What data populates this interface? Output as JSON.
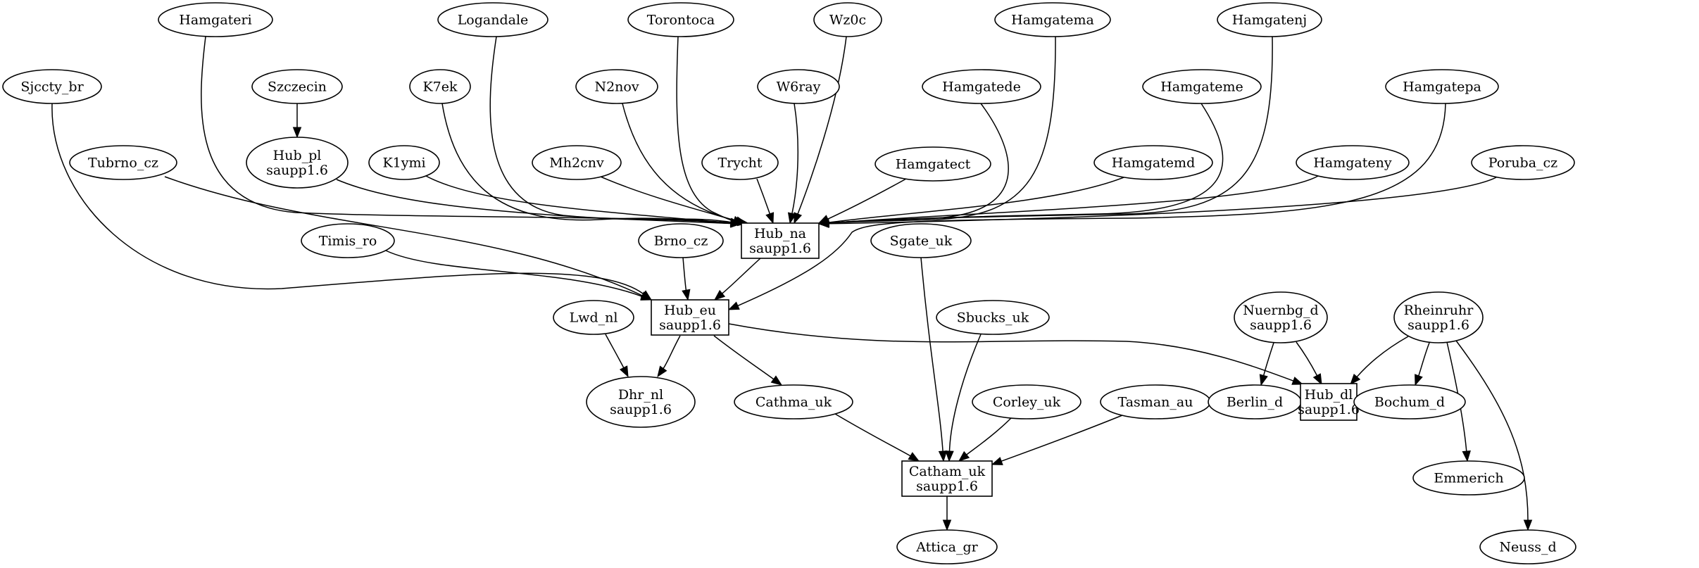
{
  "graph": {
    "type": "directed-graph",
    "colors": {
      "stroke": "#000000",
      "fill": "#ffffff",
      "text": "#000000"
    },
    "nodes": [
      {
        "id": "Hamgateri",
        "lines": [
          "Hamgateri"
        ],
        "shape": "ellipse"
      },
      {
        "id": "Logandale",
        "lines": [
          "Logandale"
        ],
        "shape": "ellipse"
      },
      {
        "id": "Torontoca",
        "lines": [
          "Torontoca"
        ],
        "shape": "ellipse"
      },
      {
        "id": "Wz0c",
        "lines": [
          "Wz0c"
        ],
        "shape": "ellipse"
      },
      {
        "id": "Hamgatema",
        "lines": [
          "Hamgatema"
        ],
        "shape": "ellipse"
      },
      {
        "id": "Hamgatenj",
        "lines": [
          "Hamgatenj"
        ],
        "shape": "ellipse"
      },
      {
        "id": "Sjccty_br",
        "lines": [
          "Sjccty_br"
        ],
        "shape": "ellipse"
      },
      {
        "id": "Szczecin",
        "lines": [
          "Szczecin"
        ],
        "shape": "ellipse"
      },
      {
        "id": "K7ek",
        "lines": [
          "K7ek"
        ],
        "shape": "ellipse"
      },
      {
        "id": "N2nov",
        "lines": [
          "N2nov"
        ],
        "shape": "ellipse"
      },
      {
        "id": "W6ray",
        "lines": [
          "W6ray"
        ],
        "shape": "ellipse"
      },
      {
        "id": "Hamgatede",
        "lines": [
          "Hamgatede"
        ],
        "shape": "ellipse"
      },
      {
        "id": "Hamgateme",
        "lines": [
          "Hamgateme"
        ],
        "shape": "ellipse"
      },
      {
        "id": "Hamgatepa",
        "lines": [
          "Hamgatepa"
        ],
        "shape": "ellipse"
      },
      {
        "id": "Tubrno_cz",
        "lines": [
          "Tubrno_cz"
        ],
        "shape": "ellipse"
      },
      {
        "id": "Hub_pl",
        "lines": [
          "Hub_pl",
          "saupp1.6"
        ],
        "shape": "ellipse"
      },
      {
        "id": "K1ymi",
        "lines": [
          "K1ymi"
        ],
        "shape": "ellipse"
      },
      {
        "id": "Mh2cnv",
        "lines": [
          "Mh2cnv"
        ],
        "shape": "ellipse"
      },
      {
        "id": "Trycht",
        "lines": [
          "Trycht"
        ],
        "shape": "ellipse"
      },
      {
        "id": "Hamgatect",
        "lines": [
          "Hamgatect"
        ],
        "shape": "ellipse"
      },
      {
        "id": "Hamgatemd",
        "lines": [
          "Hamgatemd"
        ],
        "shape": "ellipse"
      },
      {
        "id": "Hamgateny",
        "lines": [
          "Hamgateny"
        ],
        "shape": "ellipse"
      },
      {
        "id": "Poruba_cz",
        "lines": [
          "Poruba_cz"
        ],
        "shape": "ellipse"
      },
      {
        "id": "Hub_na",
        "lines": [
          "Hub_na",
          "saupp1.6"
        ],
        "shape": "box"
      },
      {
        "id": "Timis_ro",
        "lines": [
          "Timis_ro"
        ],
        "shape": "ellipse"
      },
      {
        "id": "Brno_cz",
        "lines": [
          "Brno_cz"
        ],
        "shape": "ellipse"
      },
      {
        "id": "Sgate_uk",
        "lines": [
          "Sgate_uk"
        ],
        "shape": "ellipse"
      },
      {
        "id": "Hub_eu",
        "lines": [
          "Hub_eu",
          "saupp1.6"
        ],
        "shape": "box"
      },
      {
        "id": "Lwd_nl",
        "lines": [
          "Lwd_nl"
        ],
        "shape": "ellipse"
      },
      {
        "id": "Sbucks_uk",
        "lines": [
          "Sbucks_uk"
        ],
        "shape": "ellipse"
      },
      {
        "id": "Nuernbg_d",
        "lines": [
          "Nuernbg_d",
          "saupp1.6"
        ],
        "shape": "ellipse"
      },
      {
        "id": "Rheinruhr",
        "lines": [
          "Rheinruhr",
          "saupp1.6"
        ],
        "shape": "ellipse"
      },
      {
        "id": "Dhr_nl",
        "lines": [
          "Dhr_nl",
          "saupp1.6"
        ],
        "shape": "ellipse"
      },
      {
        "id": "Cathma_uk",
        "lines": [
          "Cathma_uk"
        ],
        "shape": "ellipse"
      },
      {
        "id": "Corley_uk",
        "lines": [
          "Corley_uk"
        ],
        "shape": "ellipse"
      },
      {
        "id": "Tasman_au",
        "lines": [
          "Tasman_au"
        ],
        "shape": "ellipse"
      },
      {
        "id": "Berlin_d",
        "lines": [
          "Berlin_d"
        ],
        "shape": "ellipse"
      },
      {
        "id": "Hub_dl",
        "lines": [
          "Hub_dl",
          "saupp1.6"
        ],
        "shape": "box"
      },
      {
        "id": "Bochum_d",
        "lines": [
          "Bochum_d"
        ],
        "shape": "ellipse"
      },
      {
        "id": "Catham_uk",
        "lines": [
          "Catham_uk",
          "saupp1.6"
        ],
        "shape": "box"
      },
      {
        "id": "Emmerich",
        "lines": [
          "Emmerich"
        ],
        "shape": "ellipse"
      },
      {
        "id": "Attica_gr",
        "lines": [
          "Attica_gr"
        ],
        "shape": "ellipse"
      },
      {
        "id": "Neuss_d",
        "lines": [
          "Neuss_d"
        ],
        "shape": "ellipse"
      }
    ],
    "edges": [
      {
        "from": "Hamgateri",
        "to": "Hub_na"
      },
      {
        "from": "Logandale",
        "to": "Hub_na"
      },
      {
        "from": "Torontoca",
        "to": "Hub_na"
      },
      {
        "from": "Wz0c",
        "to": "Hub_na"
      },
      {
        "from": "Hamgatema",
        "to": "Hub_na"
      },
      {
        "from": "Hamgatenj",
        "to": "Hub_na"
      },
      {
        "from": "K7ek",
        "to": "Hub_na"
      },
      {
        "from": "N2nov",
        "to": "Hub_na"
      },
      {
        "from": "W6ray",
        "to": "Hub_na"
      },
      {
        "from": "Hamgatede",
        "to": "Hub_na"
      },
      {
        "from": "Hamgateme",
        "to": "Hub_na"
      },
      {
        "from": "Hub_pl",
        "to": "Hub_na"
      },
      {
        "from": "K1ymi",
        "to": "Hub_na"
      },
      {
        "from": "Mh2cnv",
        "to": "Hub_na"
      },
      {
        "from": "Trycht",
        "to": "Hub_na"
      },
      {
        "from": "Hamgatect",
        "to": "Hub_na"
      },
      {
        "from": "Hamgatemd",
        "to": "Hub_na"
      },
      {
        "from": "Hamgateny",
        "to": "Hub_na"
      },
      {
        "from": "Poruba_cz",
        "to": "Hub_na"
      },
      {
        "from": "Szczecin",
        "to": "Hub_pl"
      },
      {
        "from": "Sjccty_br",
        "to": "Hub_eu"
      },
      {
        "from": "Tubrno_cz",
        "to": "Hub_eu"
      },
      {
        "from": "Timis_ro",
        "to": "Hub_eu"
      },
      {
        "from": "Brno_cz",
        "to": "Hub_eu"
      },
      {
        "from": "Hub_na",
        "to": "Hub_eu"
      },
      {
        "from": "Hamgatepa",
        "to": "Hub_eu"
      },
      {
        "from": "Lwd_nl",
        "to": "Dhr_nl"
      },
      {
        "from": "Hub_eu",
        "to": "Dhr_nl"
      },
      {
        "from": "Hub_eu",
        "to": "Cathma_uk"
      },
      {
        "from": "Hub_eu",
        "to": "Hub_dl"
      },
      {
        "from": "Sgate_uk",
        "to": "Catham_uk"
      },
      {
        "from": "Sbucks_uk",
        "to": "Catham_uk"
      },
      {
        "from": "Cathma_uk",
        "to": "Catham_uk"
      },
      {
        "from": "Corley_uk",
        "to": "Catham_uk"
      },
      {
        "from": "Tasman_au",
        "to": "Catham_uk"
      },
      {
        "from": "Catham_uk",
        "to": "Attica_gr"
      },
      {
        "from": "Nuernbg_d",
        "to": "Berlin_d"
      },
      {
        "from": "Nuernbg_d",
        "to": "Hub_dl"
      },
      {
        "from": "Rheinruhr",
        "to": "Hub_dl"
      },
      {
        "from": "Rheinruhr",
        "to": "Bochum_d"
      },
      {
        "from": "Rheinruhr",
        "to": "Emmerich"
      },
      {
        "from": "Rheinruhr",
        "to": "Neuss_d"
      }
    ]
  }
}
